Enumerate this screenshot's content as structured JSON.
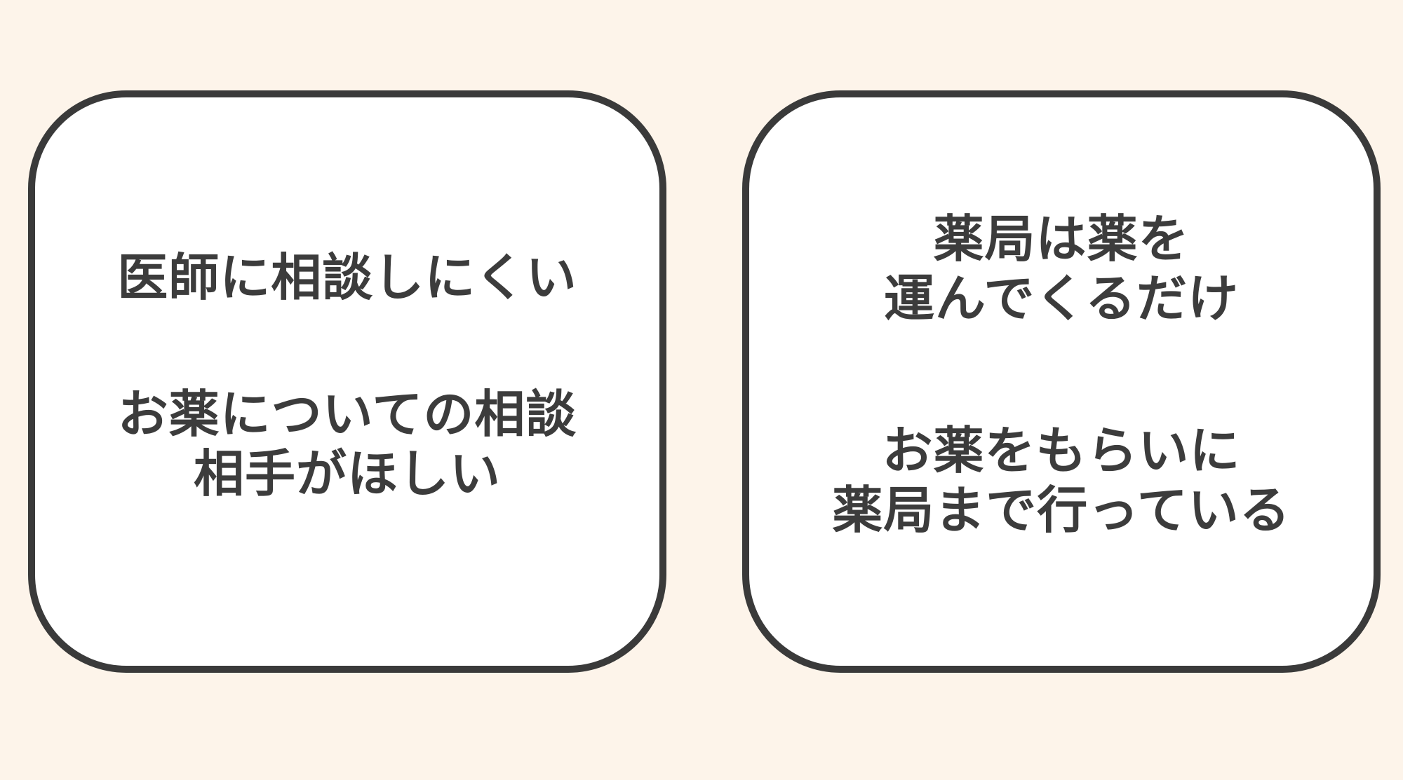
{
  "colors": {
    "background": "#fdf4ea",
    "card_fill": "#ffffff",
    "card_border": "#3a3a3a",
    "text": "#3c3c3c"
  },
  "left_card": {
    "statement_1": [
      "医師に相談しにくい"
    ],
    "statement_2": [
      "お薬についての相談",
      "相手がほしい"
    ]
  },
  "right_card": {
    "statement_1": [
      "薬局は薬を",
      "運んでくるだけ"
    ],
    "statement_2": [
      "お薬をもらいに",
      "薬局まで行っている"
    ]
  }
}
